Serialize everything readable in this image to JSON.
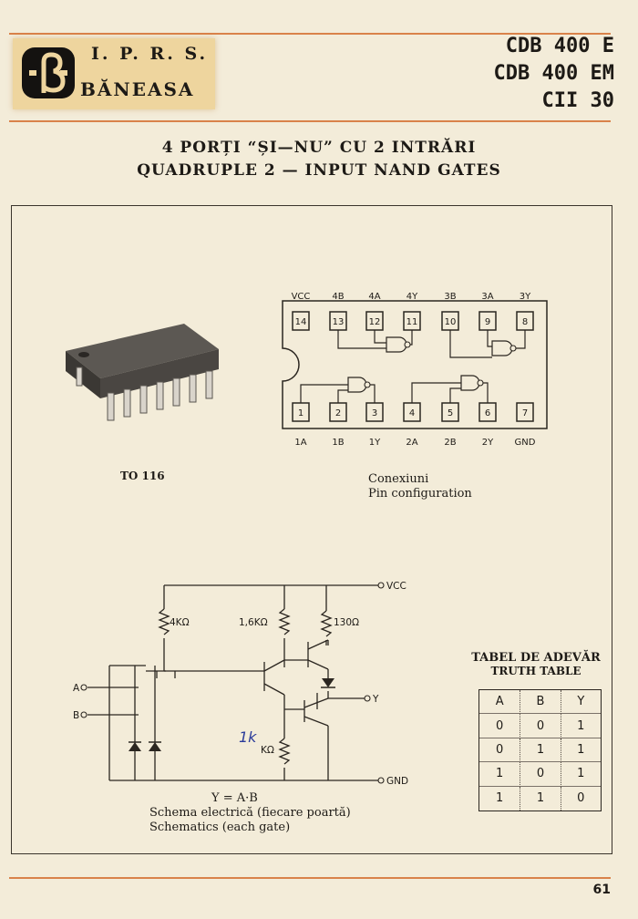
{
  "header": {
    "logo_line1": "I. P. R. S.",
    "logo_line2": "BĂNEASA",
    "codes": [
      "CDB 400 E",
      "CDB 400 EM",
      "CII 30"
    ]
  },
  "title": {
    "ro": "4 PORȚI “ȘI—NU” CU 2 INTRĂRI",
    "en": "QUADRUPLE 2 — INPUT NAND GATES"
  },
  "package": {
    "name": "TO 116"
  },
  "pinout": {
    "caption_ro": "Conexiuni",
    "caption_en": "Pin configuration",
    "top_pins": [
      {
        "num": "14",
        "label": "VCC"
      },
      {
        "num": "13",
        "label": "4B"
      },
      {
        "num": "12",
        "label": "4A"
      },
      {
        "num": "11",
        "label": "4Y"
      },
      {
        "num": "10",
        "label": "3B"
      },
      {
        "num": "9",
        "label": "3A"
      },
      {
        "num": "8",
        "label": "3Y"
      }
    ],
    "bottom_pins": [
      {
        "num": "1",
        "label": "1A"
      },
      {
        "num": "2",
        "label": "1B"
      },
      {
        "num": "3",
        "label": "1Y"
      },
      {
        "num": "4",
        "label": "2A"
      },
      {
        "num": "5",
        "label": "2B"
      },
      {
        "num": "6",
        "label": "2Y"
      },
      {
        "num": "7",
        "label": "GND"
      }
    ]
  },
  "schematic": {
    "vcc": "VCC",
    "gnd": "GND",
    "r1": "4KΩ",
    "r2": "1,6KΩ",
    "r3": "130Ω",
    "r4": "KΩ",
    "r4_note": "1k",
    "in_a": "A",
    "in_b": "B",
    "out_y": "Y",
    "equation": "Y = A·B",
    "caption_ro": "Schema electrică (fiecare poartă)",
    "caption_en": "Schematics (each gate)"
  },
  "truth_table": {
    "title_ro": "TABEL DE ADEVĂR",
    "title_en": "TRUTH TABLE",
    "headers": [
      "A",
      "B",
      "Y"
    ],
    "rows": [
      [
        "0",
        "0",
        "1"
      ],
      [
        "0",
        "1",
        "1"
      ],
      [
        "1",
        "0",
        "1"
      ],
      [
        "1",
        "1",
        "0"
      ]
    ]
  },
  "page_number": "61"
}
